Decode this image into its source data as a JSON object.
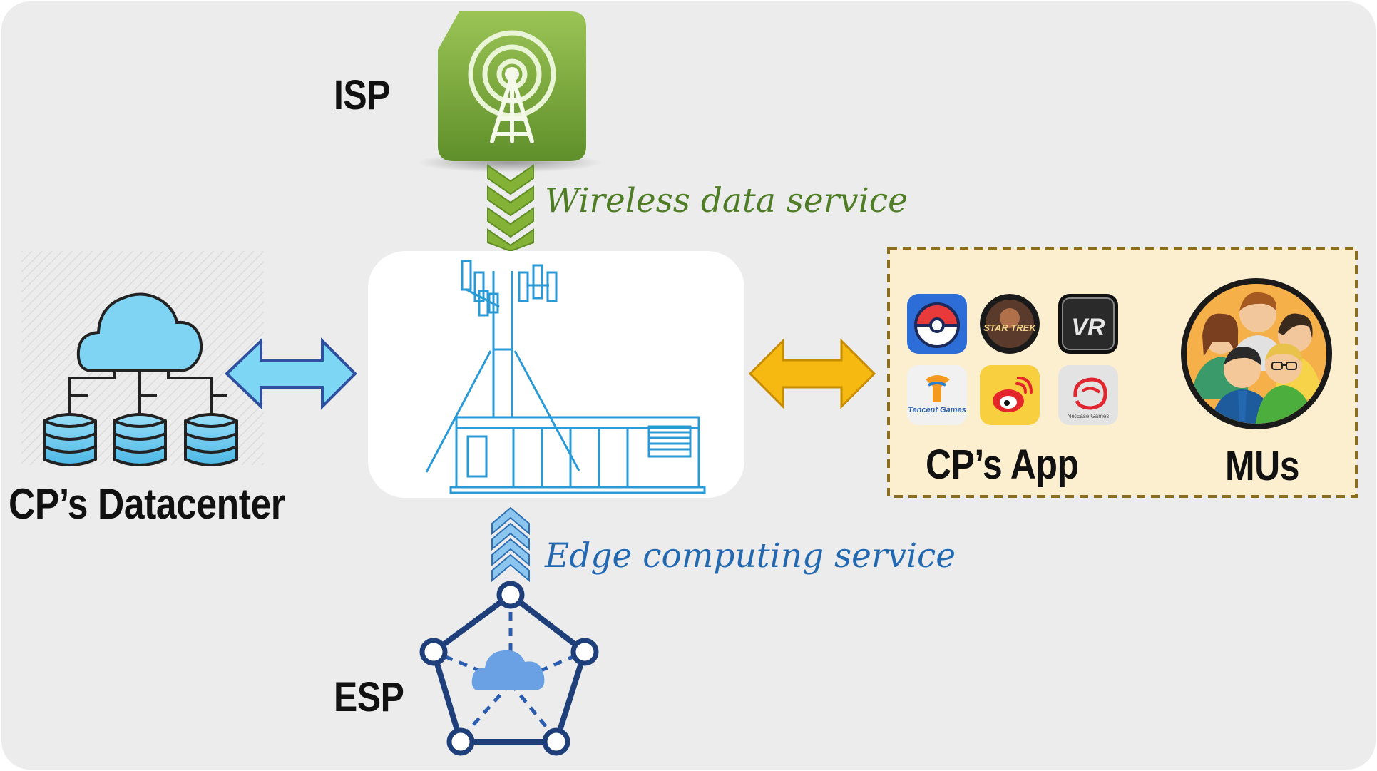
{
  "labels": {
    "isp": "ISP",
    "esp": "ESP",
    "datacenter": "CP’s Datacenter",
    "cp_app": "CP’s App",
    "mus": "MUs"
  },
  "services": {
    "wireless": "Wireless data service",
    "edge": "Edge computing service"
  },
  "apps": [
    {
      "name": "pokemon-go-icon"
    },
    {
      "name": "star-trek-online-icon",
      "text": "STAR TREK"
    },
    {
      "name": "vr-game-icon",
      "text": "VR"
    },
    {
      "name": "tencent-games-icon",
      "text": "Tencent Games"
    },
    {
      "name": "weibo-icon"
    },
    {
      "name": "netease-games-icon",
      "text": "NetEase Games"
    }
  ],
  "colors": {
    "background": "#ececec",
    "isp_green": "#6a9b2e",
    "wireless_text": "#4f7d26",
    "edge_text": "#2369b2",
    "edge_arrow": "#6fb2e6",
    "datacenter_arrow": "#7cd3f3",
    "app_arrow": "#f2b515",
    "app_box_fill": "#fcefd0",
    "app_box_border": "#8a6e1e",
    "esp_navy": "#1e3f7a"
  }
}
